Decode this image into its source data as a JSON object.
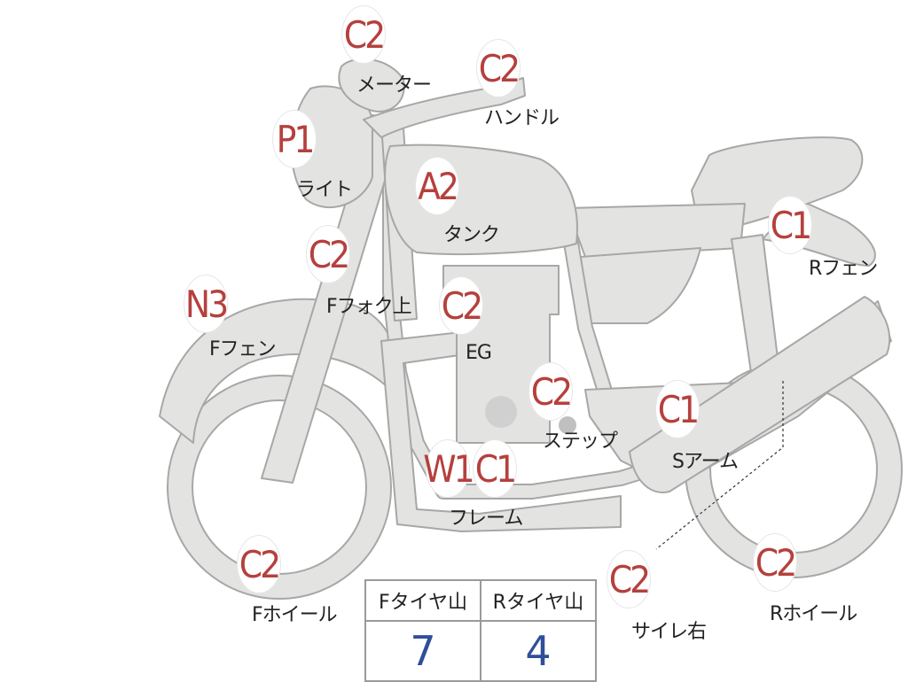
{
  "colors": {
    "bike": "#e3e3e1",
    "outline": "#a7a7a7",
    "grade": "#b5403d",
    "value": "#2f4f9a"
  },
  "parts": [
    {
      "id": "meter",
      "grade": "C2",
      "label": "メーター"
    },
    {
      "id": "handle",
      "grade": "C2",
      "label": "ハンドル"
    },
    {
      "id": "light",
      "grade": "P1",
      "label": "ライト"
    },
    {
      "id": "tank",
      "grade": "A2",
      "label": "タンク"
    },
    {
      "id": "fork-upper",
      "grade": "C2",
      "label": "Fフォク上"
    },
    {
      "id": "f-fender",
      "grade": "N3",
      "label": "Fフェン"
    },
    {
      "id": "engine",
      "grade": "C2",
      "label": "EG"
    },
    {
      "id": "step",
      "grade": "C2",
      "label": "ステップ"
    },
    {
      "id": "frame",
      "grade": "W1",
      "grade2": "C1",
      "label": "フレーム"
    },
    {
      "id": "swing-arm",
      "grade": "C1",
      "label": "Sアーム"
    },
    {
      "id": "r-fender",
      "grade": "C1",
      "label": "Rフェン"
    },
    {
      "id": "f-wheel",
      "grade": "C2",
      "label": "Fホイール"
    },
    {
      "id": "muffler-r",
      "grade": "C2",
      "label": "サイレ右"
    },
    {
      "id": "r-wheel",
      "grade": "C2",
      "label": "Rホイール"
    }
  ],
  "tread_table": {
    "headers": [
      "Fタイヤ山",
      "Rタイヤ山"
    ],
    "values": [
      "7",
      "4"
    ]
  }
}
